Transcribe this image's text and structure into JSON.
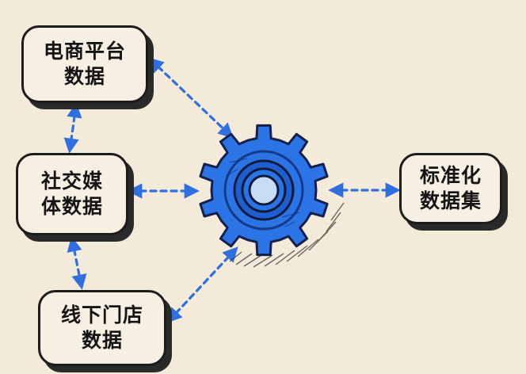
{
  "nodes": {
    "ecommerce": "电商平台\n数据",
    "social": "社交媒\n体数据",
    "offline": "线下门店\n数据",
    "output": "标准化\n数据集"
  },
  "colors": {
    "arrow": "#2f6fe0",
    "gear": "#2a74e6",
    "outline": "#1c1c1c",
    "background": "#f3ead9"
  }
}
